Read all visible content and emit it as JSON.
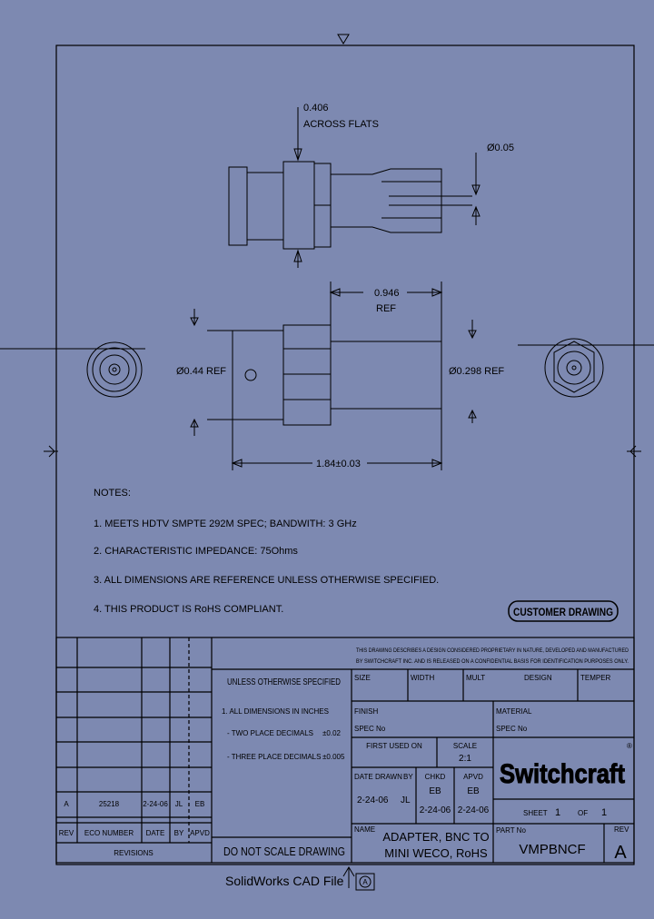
{
  "drawing": {
    "dims": {
      "across_flats": "0.406",
      "across_flats_label": "ACROSS FLATS",
      "pin_dia": "Ø0.05",
      "length_ref": "0.946",
      "ref": "REF",
      "body_dia": "Ø0.44 REF",
      "tail_dia": "Ø0.298 REF",
      "overall_length": "1.84±0.03"
    },
    "notes_title": "NOTES:",
    "notes": [
      "1. MEETS HDTV SMPTE 292M SPEC; BANDWITH: 3 GHz",
      "2. CHARACTERISTIC IMPEDANCE: 75Ohms",
      "3. ALL DIMENSIONS ARE REFERENCE   UNLESS OTHERWISE SPECIFIED.",
      "4. THIS PRODUCT IS RoHS COMPLIANT."
    ],
    "stamp": "CUSTOMER DRAWING"
  },
  "title_block": {
    "revisions": {
      "row": {
        "rev": "A",
        "eco": "25218",
        "date": "2-24-06",
        "by": "JL",
        "apvd": "EB"
      },
      "headers": {
        "rev": "REV",
        "eco": "ECO NUMBER",
        "date": "DATE",
        "by": "BY",
        "apvd": "APVD"
      },
      "title": "REVISIONS"
    },
    "tolerances": {
      "heading": "UNLESS OTHERWISE SPECIFIED",
      "line1": "1. ALL DIMENSIONS IN INCHES",
      "two_place": "- TWO PLACE DECIMALS",
      "two_place_tol": "±0.02",
      "three_place": "- THREE PLACE DECIMALS",
      "three_place_tol": "±0.005"
    },
    "do_not_scale": "DO NOT SCALE DRAWING",
    "cad_file": "SolidWorks CAD File",
    "cad_marker": "A",
    "notice_1": "THIS DRAWING DESCRIBES A DESIGN CONSIDERED PROPRIETARY IN NATURE, DEVELOPED AND MANUFACTURED",
    "notice_2": "BY SWITCHCRAFT INC. AND IS RELEASED ON A CONFIDENTIAL BASIS FOR IDENTIFICATION PURPOSES ONLY.",
    "fields": {
      "size": "SIZE",
      "width": "WIDTH",
      "mult": "MULT",
      "design": "DESIGN",
      "temper": "TEMPER",
      "finish": "FINISH",
      "finish_spec": "SPEC No",
      "material": "MATERIAL",
      "material_spec": "SPEC No",
      "first_used_on": "FIRST USED ON",
      "scale_label": "SCALE",
      "scale": "2:1",
      "date_drawn_label": "DATE DRAWN",
      "by_label": "BY",
      "date_drawn": "2-24-06",
      "by": "JL",
      "chkd_label": "CHKD",
      "chkd": "EB",
      "chkd_date": "2-24-06",
      "apvd_label": "APVD",
      "apvd": "EB",
      "apvd_date": "2-24-06",
      "name_label": "NAME",
      "name_1": "ADAPTER, BNC TO",
      "name_2": "MINI WECO, RoHS",
      "part_label": "PART No",
      "part_no": "VMPBNCF",
      "rev_label": "REV",
      "rev": "A",
      "sheet_label": "SHEET",
      "sheet": "1",
      "of_label": "OF",
      "of": "1"
    },
    "logo": "Switchcraft"
  }
}
